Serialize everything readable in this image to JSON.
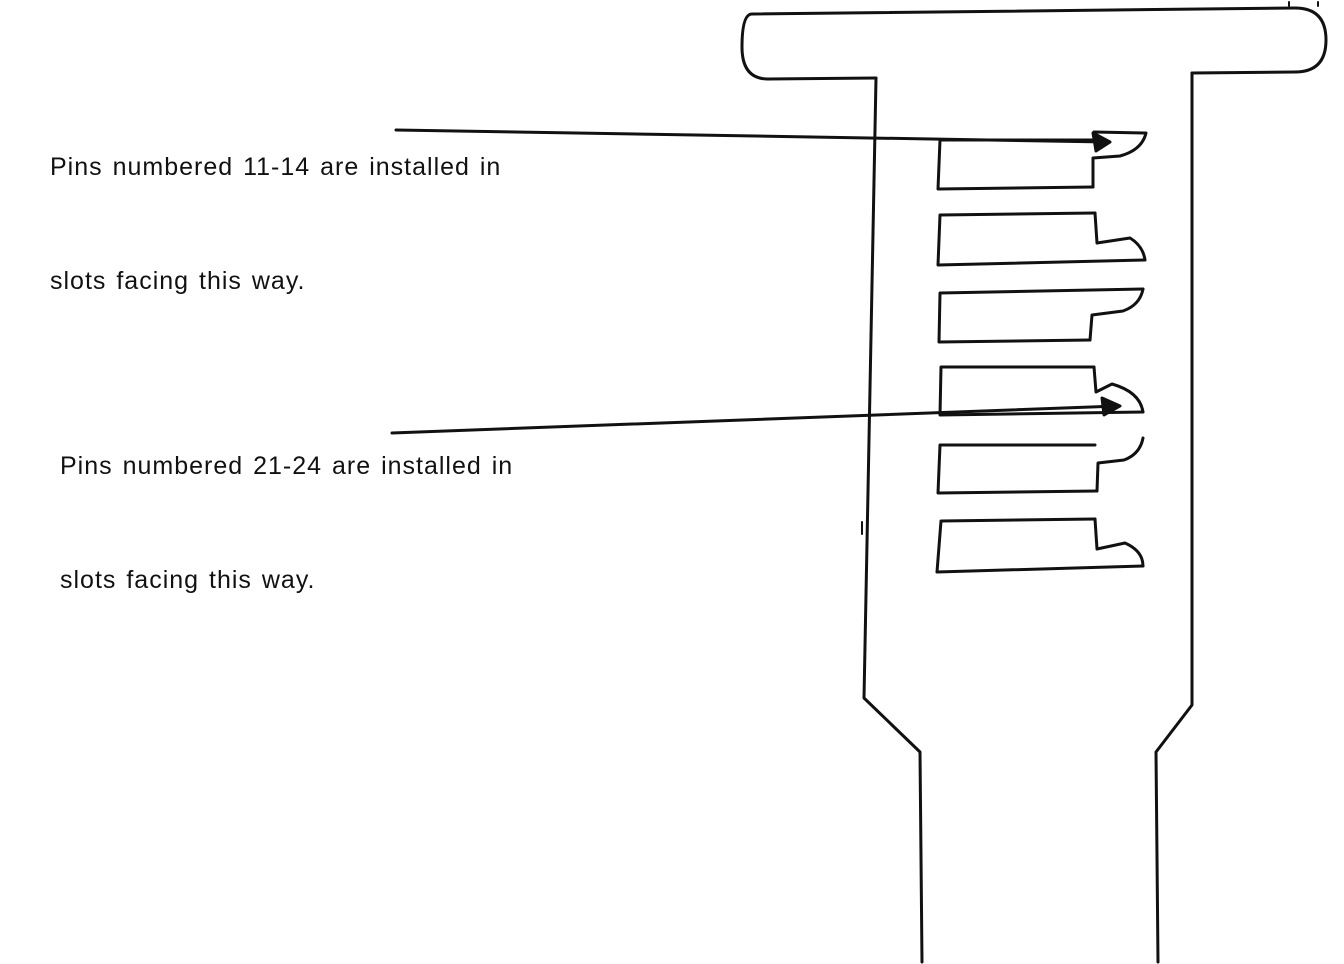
{
  "callouts": {
    "top": {
      "line1": "Pins numbered 11-14 are installed in",
      "line2": "slots facing this way."
    },
    "bottom": {
      "line1": "Pins numbered 21-24 are installed in",
      "line2": "slots facing this way."
    }
  },
  "colors": {
    "ink": "#111111",
    "background": "#ffffff"
  }
}
